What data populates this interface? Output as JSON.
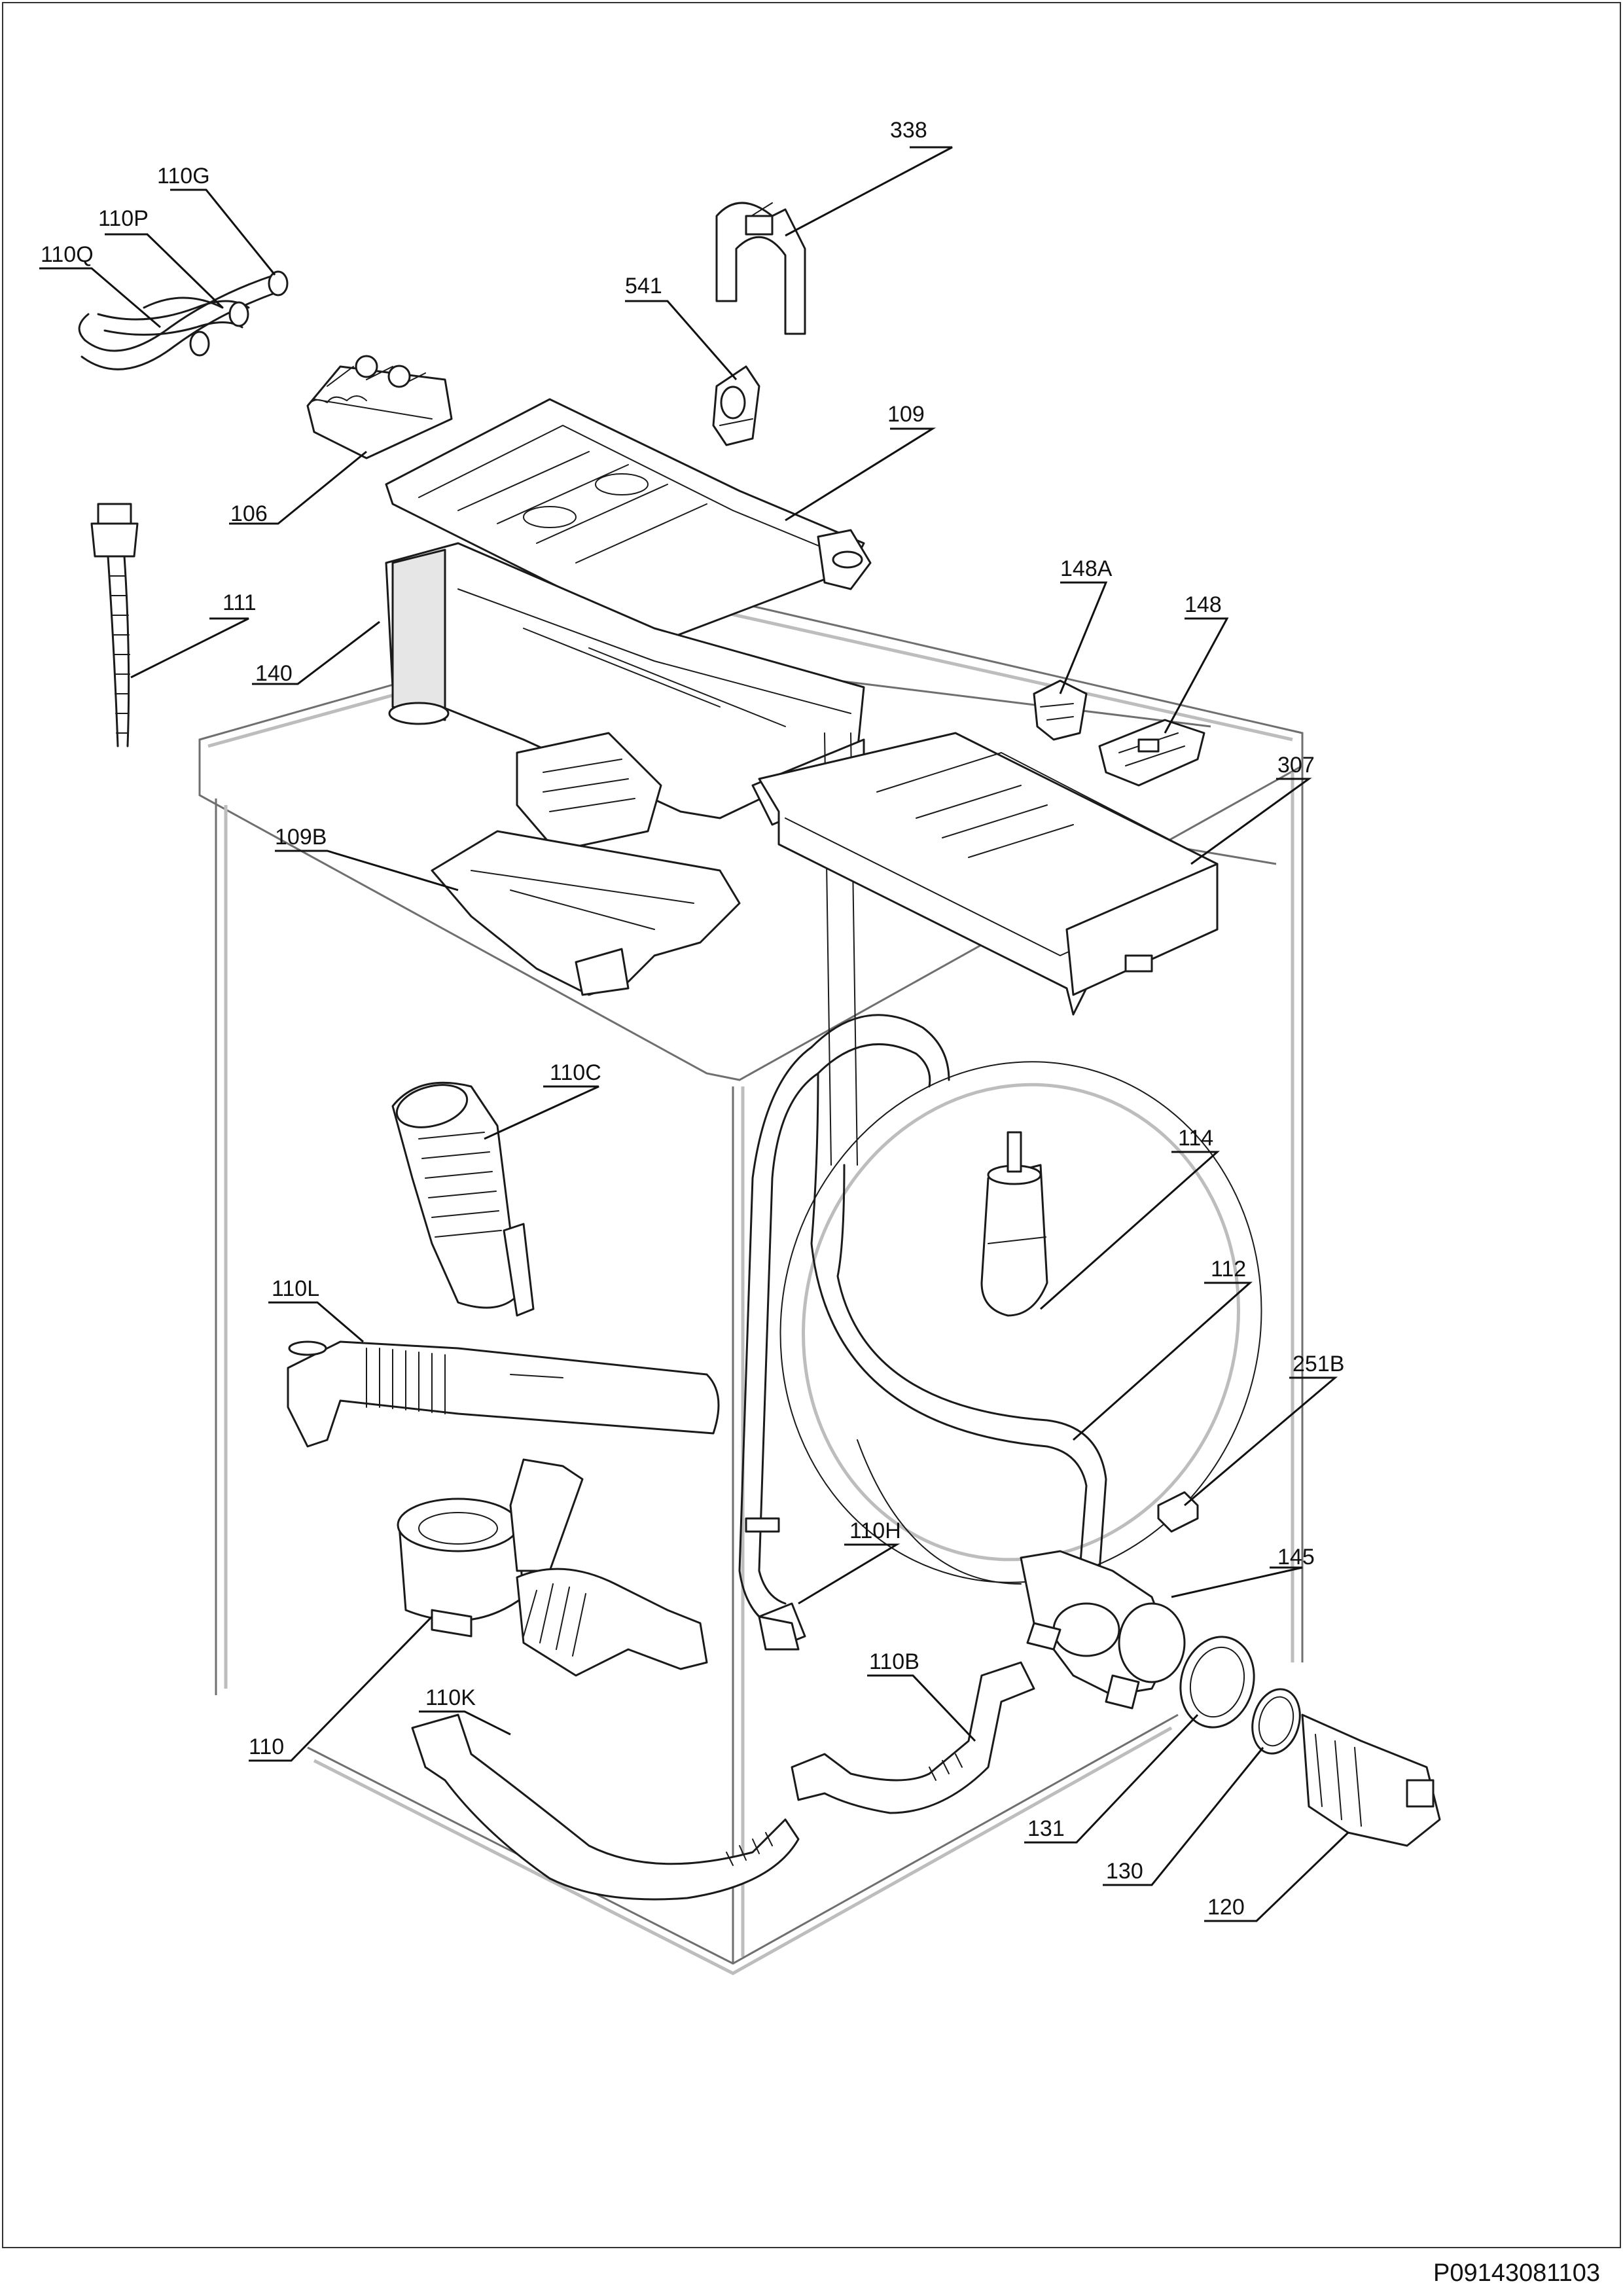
{
  "diagram": {
    "document_code": "P09143081103",
    "callouts": [
      {
        "id": "338",
        "label": "338"
      },
      {
        "id": "110G",
        "label": "110G"
      },
      {
        "id": "110P",
        "label": "110P"
      },
      {
        "id": "110Q",
        "label": "110Q"
      },
      {
        "id": "541",
        "label": "541"
      },
      {
        "id": "109",
        "label": "109"
      },
      {
        "id": "106",
        "label": "106"
      },
      {
        "id": "111",
        "label": "111"
      },
      {
        "id": "140",
        "label": "140"
      },
      {
        "id": "148A",
        "label": "148A"
      },
      {
        "id": "148",
        "label": "148"
      },
      {
        "id": "307",
        "label": "307"
      },
      {
        "id": "109B",
        "label": "109B"
      },
      {
        "id": "110C",
        "label": "110C"
      },
      {
        "id": "114",
        "label": "114"
      },
      {
        "id": "112",
        "label": "112"
      },
      {
        "id": "110L",
        "label": "110L"
      },
      {
        "id": "251B",
        "label": "251B"
      },
      {
        "id": "110H",
        "label": "110H"
      },
      {
        "id": "145",
        "label": "145"
      },
      {
        "id": "110B",
        "label": "110B"
      },
      {
        "id": "110K",
        "label": "110K"
      },
      {
        "id": "110",
        "label": "110"
      },
      {
        "id": "131",
        "label": "131"
      },
      {
        "id": "130",
        "label": "130"
      },
      {
        "id": "120",
        "label": "120"
      }
    ]
  }
}
